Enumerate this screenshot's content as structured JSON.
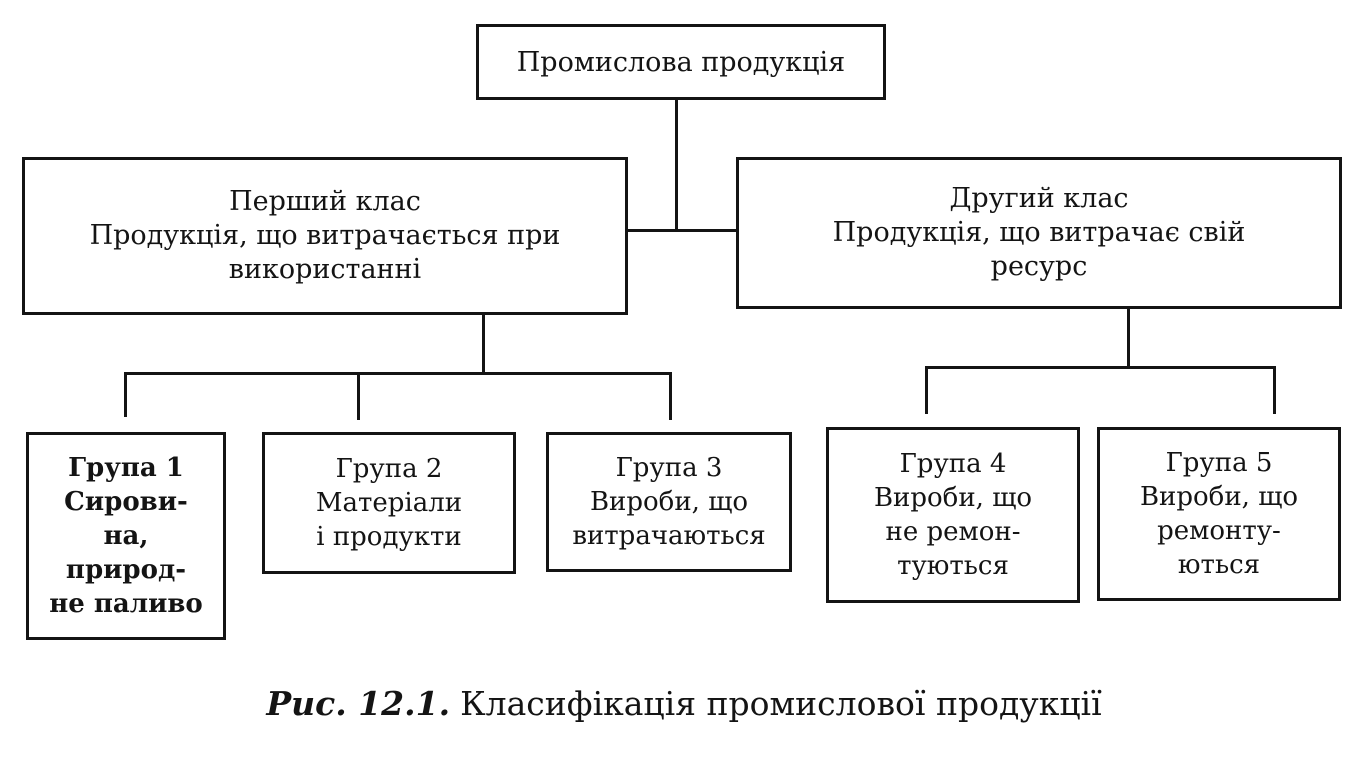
{
  "root": {
    "label": "Промислова продукція"
  },
  "classes": [
    {
      "lines": [
        "Перший клас",
        "Продукція, що витрачається при",
        "використанні"
      ]
    },
    {
      "lines": [
        "Другий клас",
        "Продукція, що витрачає свій",
        "ресурс"
      ]
    }
  ],
  "groups": [
    {
      "lines": [
        "Група 1",
        "Сирови-",
        "на,",
        "природ-",
        "не паливо"
      ]
    },
    {
      "lines": [
        "Група 2",
        "Матеріали",
        "і продукти"
      ]
    },
    {
      "lines": [
        "Група 3",
        "Вироби, що",
        "витрачаються"
      ]
    },
    {
      "lines": [
        "Група 4",
        "Вироби, що",
        "не ремон-",
        "туються"
      ]
    },
    {
      "lines": [
        "Група 5",
        "Вироби, що",
        "ремонту-",
        "ються"
      ]
    }
  ],
  "caption": {
    "figure": "Рис. 12.1.",
    "text": "Класифікація промислової продукції"
  }
}
